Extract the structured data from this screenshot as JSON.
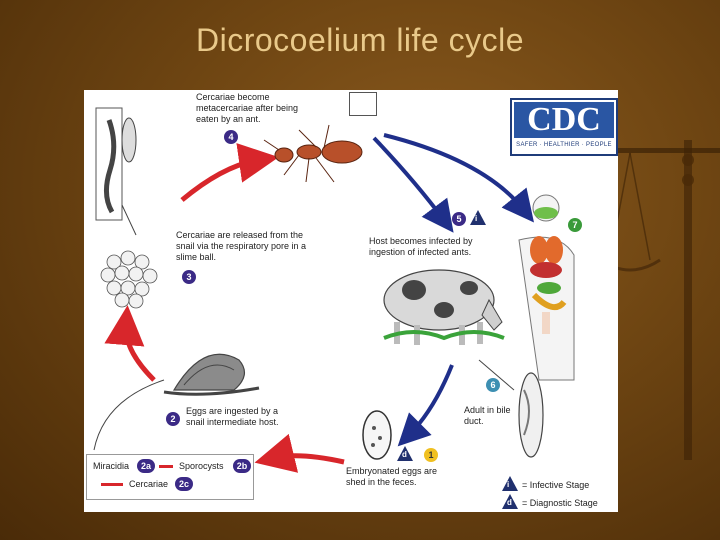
{
  "slide": {
    "title": "Dicrocoelium life cycle"
  },
  "logo": {
    "text": "CDC",
    "tagline": "SAFER · HEALTHIER · PEOPLE"
  },
  "steps": {
    "s4": "Cercariae become metacercariae after being eaten by an ant.",
    "s3": "Cercariae are released from the snail via the respiratory pore in a slime ball.",
    "s5": "Host becomes infected by ingestion of infected ants.",
    "s6": "Adult in bile duct.",
    "s1": "Embryonated eggs are shed in the feces.",
    "s2": "Eggs are ingested by a snail intermediate host."
  },
  "markers": {
    "m4": "4",
    "m3": "3",
    "m5": "5",
    "m7": "7",
    "m6": "6",
    "m1": "1",
    "m2": "2",
    "i": "i",
    "d": "d",
    "m2a": "2a",
    "m2b": "2b",
    "m2c": "2c"
  },
  "legend": {
    "miracidia": "Miracidia",
    "sporocysts": "Sporocysts",
    "cercariae": "Cercariae",
    "infective": "= Infective Stage",
    "diagnostic": "= Diagnostic Stage"
  },
  "colors": {
    "red_arrow": "#d8262b",
    "blue_arrow": "#1f2f8a",
    "background": "#6e4512"
  }
}
